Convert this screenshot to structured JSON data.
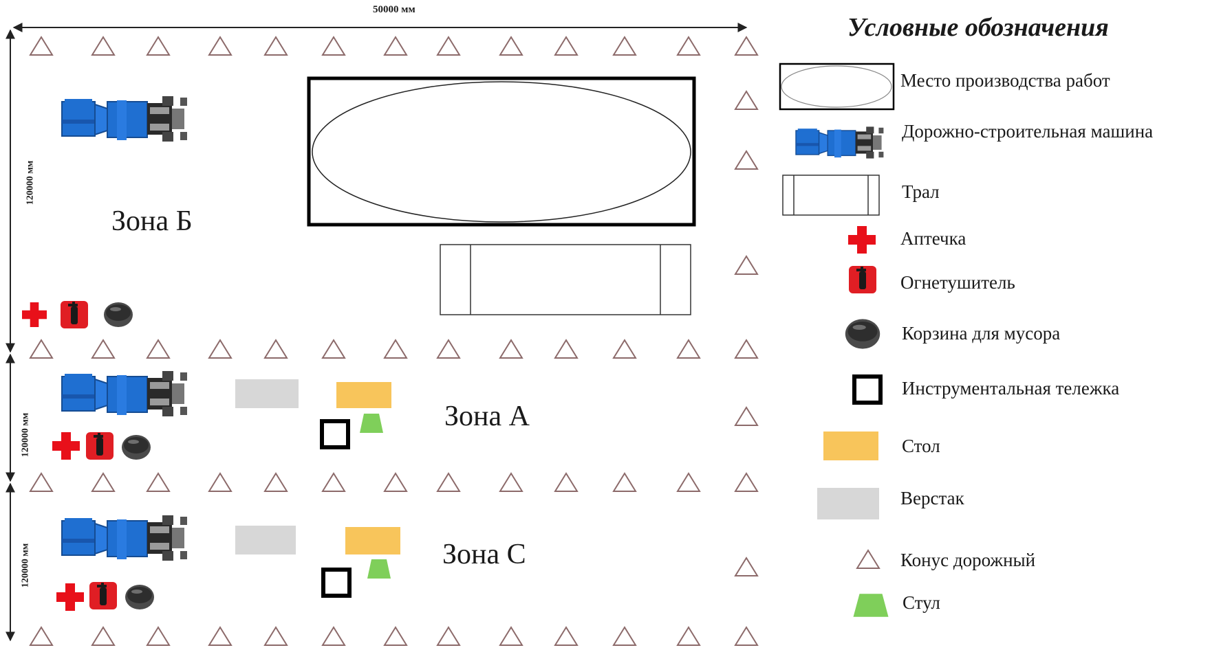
{
  "dimensions": {
    "width_label": "50000 мм",
    "height_label_top": "120000 мм",
    "height_label_mid": "120000 мм",
    "height_label_bottom": "120000 мм"
  },
  "zones": {
    "zone_b": "Зона Б",
    "zone_a": "Зона А",
    "zone_c": "Зона С"
  },
  "legend": {
    "title": "Условные обозначения",
    "items": [
      {
        "icon": "work-area-icon",
        "label": "Место производства работ"
      },
      {
        "icon": "road-machine-icon",
        "label": "Дорожно-строительная машина"
      },
      {
        "icon": "trailer-icon",
        "label": "Трал"
      },
      {
        "icon": "first-aid-icon",
        "label": "Аптечка"
      },
      {
        "icon": "fire-extinguisher-icon",
        "label": "Огнетушитель"
      },
      {
        "icon": "trash-bin-icon",
        "label": "Корзина для мусора"
      },
      {
        "icon": "tool-cart-icon",
        "label": "Инструментальная тележка"
      },
      {
        "icon": "table-icon",
        "label": "Стол"
      },
      {
        "icon": "workbench-icon",
        "label": "Верстак"
      },
      {
        "icon": "road-cone-icon",
        "label": "Конус дорожный"
      },
      {
        "icon": "chair-icon",
        "label": "Стул"
      }
    ]
  },
  "colors": {
    "machine_blue": "#1f6fd1",
    "machine_dark": "#3a3a3a",
    "first_aid_red": "#e8101a",
    "extinguisher_red": "#e01e24",
    "table_yellow": "#f8c55b",
    "workbench_gray": "#d7d7d7",
    "chair_green": "#7fcf5a",
    "cone_outline": "#8c6a6a"
  }
}
